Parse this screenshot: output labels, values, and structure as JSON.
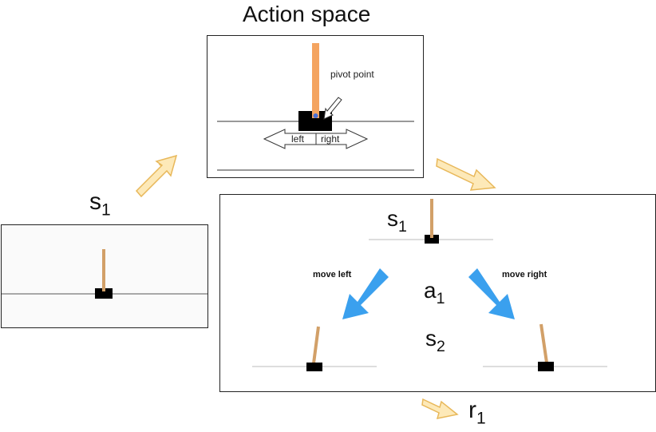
{
  "title": "Action space",
  "action_panel": {
    "pivot_label": "pivot point",
    "left_label": "left",
    "right_label": "right"
  },
  "state_label": {
    "base": "s",
    "sub": "1"
  },
  "tree": {
    "root_label": {
      "base": "s",
      "sub": "1"
    },
    "action_label": {
      "base": "a",
      "sub": "1"
    },
    "next_state_label": {
      "base": "s",
      "sub": "2"
    },
    "left_branch": "move left",
    "right_branch": "move right"
  },
  "reward_label": {
    "base": "r",
    "sub": "1"
  },
  "colors": {
    "pole_action": "#f4a460",
    "pole_tan": "#d2a068",
    "cart": "#000000",
    "pivot": "#4a6fd4",
    "orange_arrow_fill": "#fde9b8",
    "orange_arrow_stroke": "#e8b85a",
    "blue_arrow": "#3aa0ee"
  }
}
